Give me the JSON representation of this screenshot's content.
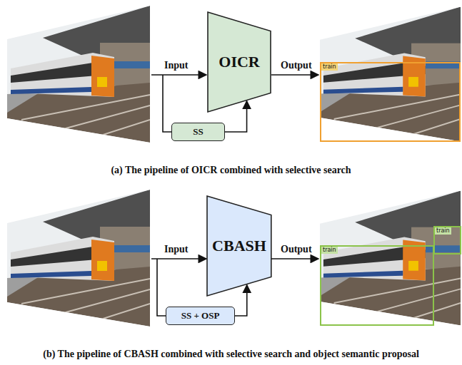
{
  "diagram": {
    "nodes": [
      {
        "text": [
          "OICR"
        ]
      },
      {
        "text": [
          "SS"
        ]
      },
      {
        "text": [
          "CBASH"
        ]
      },
      {
        "text": [
          "SS + OSP"
        ]
      }
    ],
    "edges": [
      {
        "from": 1,
        "to": 0,
        "arrow": "to"
      },
      {
        "from": 3,
        "to": 2,
        "arrow": "to"
      }
    ],
    "labels": [
      "Input",
      "Output",
      "train",
      "(a) The pipeline of OICR combined with selective search",
      "Input",
      "Output",
      "train",
      "train",
      "(b) The pipeline of CBASH combined with selective search and object semantic proposal"
    ]
  }
}
